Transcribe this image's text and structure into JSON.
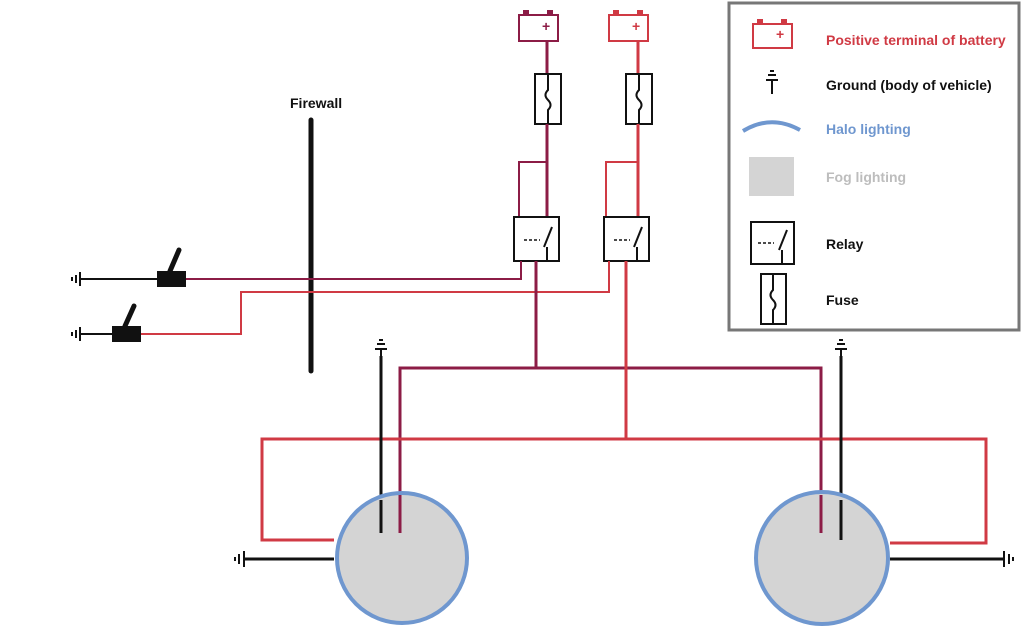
{
  "colors": {
    "positive": "#d03a44",
    "feed": "#8c1c46",
    "ground": "#111111",
    "halo": "#6f97cf",
    "fog": "#d4d4d4",
    "legend_border": "#777777"
  },
  "diagram": {
    "firewall_label": "Firewall",
    "battery_plus": "+"
  },
  "legend": {
    "items": [
      {
        "icon": "battery-icon",
        "label": "Positive terminal of battery",
        "color": "#d03a44"
      },
      {
        "icon": "ground-icon",
        "label": "Ground (body of vehicle)",
        "color": "#111111"
      },
      {
        "icon": "halo-icon",
        "label": "Halo lighting",
        "color": "#6f97cf"
      },
      {
        "icon": "fog-icon",
        "label": "Fog lighting",
        "color": "#bdbdbd"
      },
      {
        "icon": "relay-icon",
        "label": "Relay",
        "color": "#111111"
      },
      {
        "icon": "fuse-icon",
        "label": "Fuse",
        "color": "#111111"
      }
    ]
  }
}
